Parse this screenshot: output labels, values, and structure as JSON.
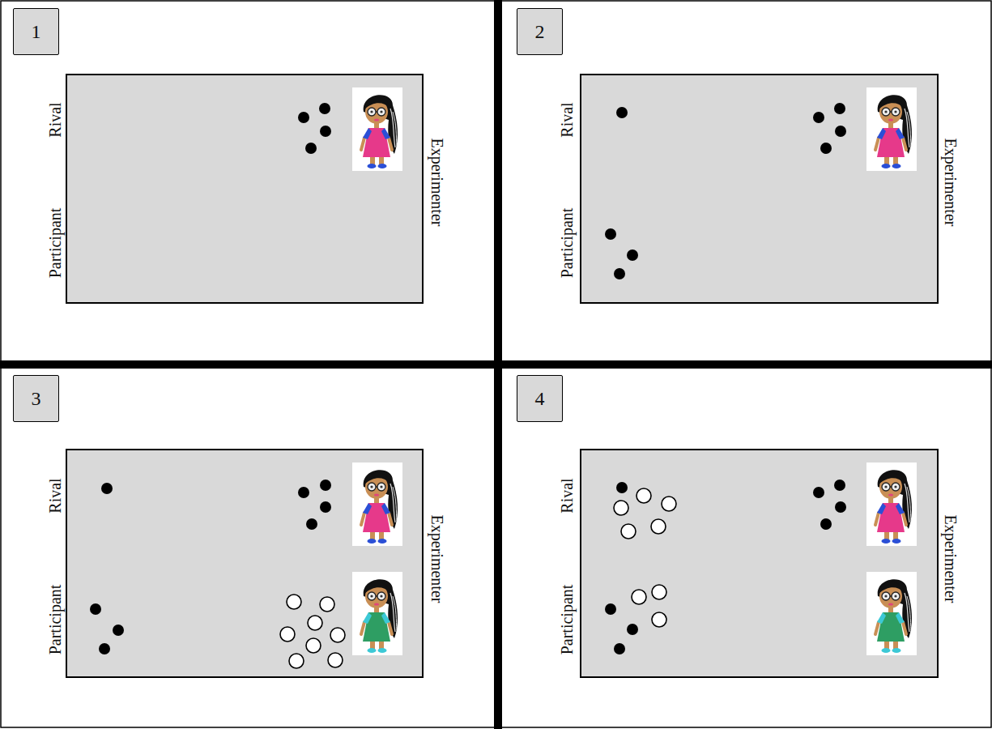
{
  "diagram": {
    "nodes": [
      {
        "text": [
          "1"
        ]
      },
      {
        "text": [
          "2"
        ]
      },
      {
        "text": [
          "3"
        ]
      },
      {
        "text": [
          "4"
        ]
      }
    ],
    "labels": [
      "Rival",
      "Participant",
      "Experimenter",
      "Rival",
      "Participant",
      "Experimenter",
      "Rival",
      "Participant",
      "Experimenter",
      "Rival",
      "Participant",
      "Experimenter"
    ]
  }
}
